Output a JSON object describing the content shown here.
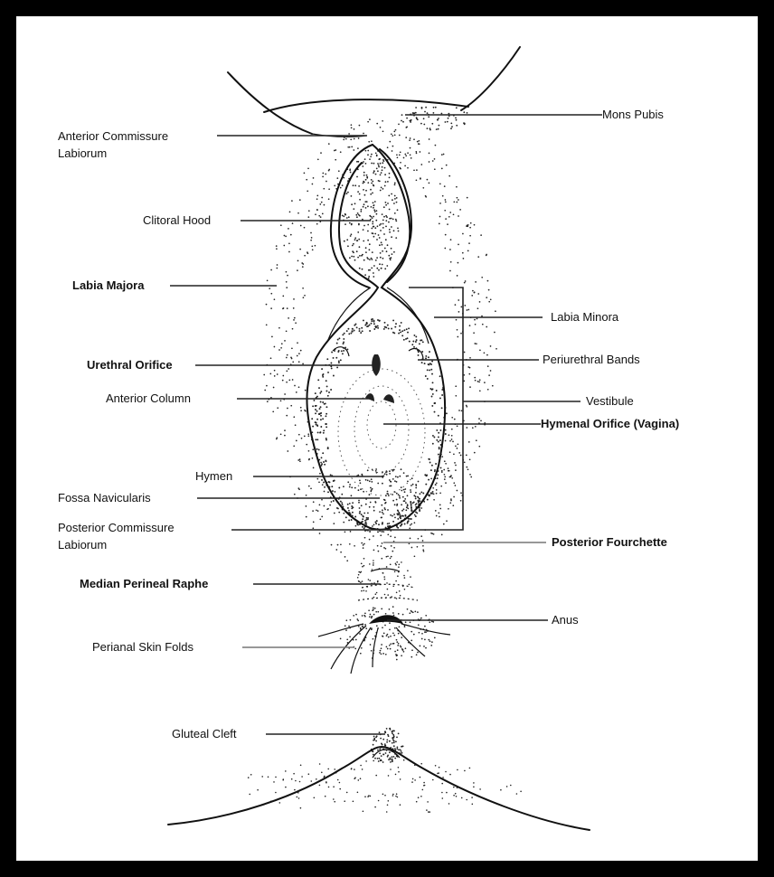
{
  "diagram": {
    "labels": {
      "mons_pubis": "Mons Pubis",
      "anterior_commissure_1": "Anterior Commissure",
      "anterior_commissure_2": "Labiorum",
      "clitoral_hood": "Clitoral Hood",
      "labia_majora": "Labia Majora",
      "labia_minora": "Labia Minora",
      "urethral_orifice": "Urethral Orifice",
      "periurethral_bands": "Periurethral Bands",
      "anterior_column": "Anterior Column",
      "vestibule": "Vestibule",
      "hymenal_orifice": "Hymenal Orifice (Vagina)",
      "hymen": "Hymen",
      "fossa_navicularis": "Fossa Navicularis",
      "posterior_commissure_1": "Posterior Commissure",
      "posterior_commissure_2": "Labiorum",
      "posterior_fourchette": "Posterior Fourchette",
      "median_perineal_raphe": "Median Perineal Raphe",
      "anus": "Anus",
      "perianal_skin_folds": "Perianal Skin Folds",
      "gluteal_cleft": "Gluteal Cleft"
    }
  }
}
